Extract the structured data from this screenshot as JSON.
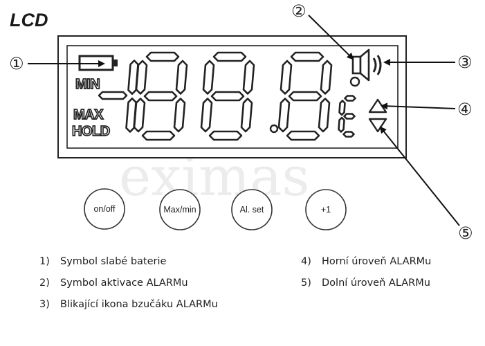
{
  "title": "LCD",
  "watermark": "eximas",
  "indicators": {
    "min": "MIN",
    "max": "MAX",
    "hold": "HOLD"
  },
  "callouts": [
    "①",
    "②",
    "③",
    "④",
    "⑤"
  ],
  "buttons": [
    {
      "label": "on/off"
    },
    {
      "label": "Max/min"
    },
    {
      "label": "Al. set"
    },
    {
      "label": "+1"
    }
  ],
  "legend": {
    "left": [
      {
        "num": "1)",
        "text": "Symbol slabé baterie"
      },
      {
        "num": "2)",
        "text": "Symbol aktivace ALARMu"
      },
      {
        "num": "3)",
        "text": "Blikající ikona bzučáku ALARMu"
      }
    ],
    "right": [
      {
        "num": "4)",
        "text": "Horní úroveň ALARMu"
      },
      {
        "num": "5)",
        "text": "Dolní úroveň ALARMu"
      }
    ]
  }
}
